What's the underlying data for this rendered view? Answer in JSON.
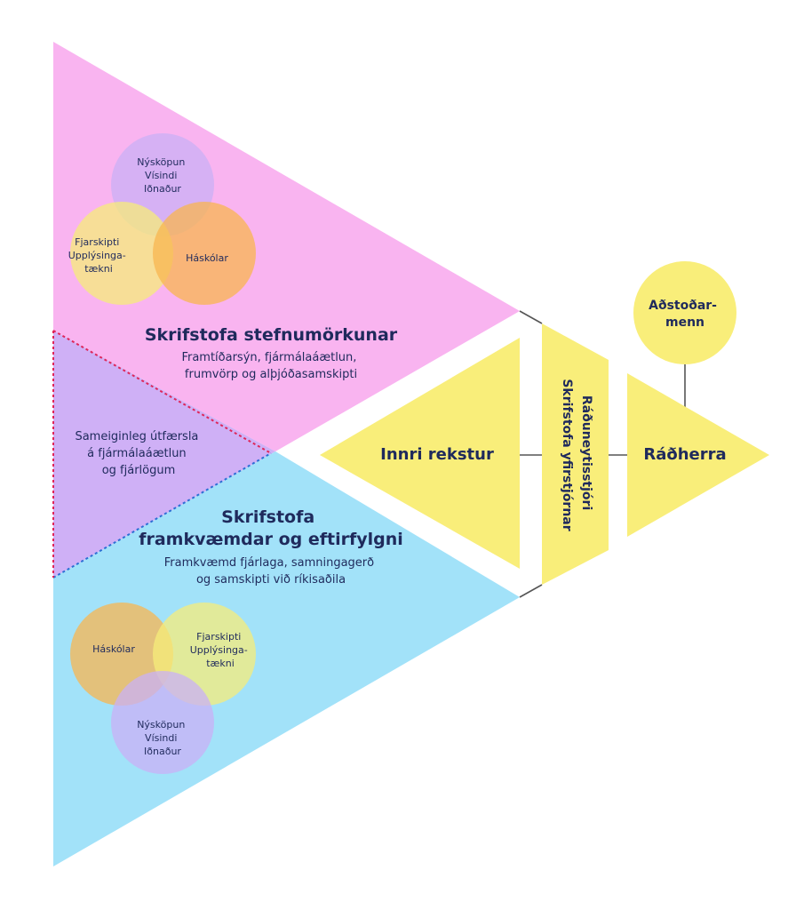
{
  "colors": {
    "pink": "#f9b4f0",
    "purple": "#cfb0f6",
    "blue": "#a2e2f9",
    "yellow": "#f9ee7a",
    "circle_purple": "#c9b0f6",
    "circle_yellow": "#f6ec7a",
    "circle_orange": "#f8b550",
    "text": "#1f2a5c",
    "connector": "#555555",
    "dash_red": "#e0265a",
    "dash_blue": "#2d6fd4"
  },
  "top_cluster": {
    "circle_top": [
      "Nýsköpun",
      "Vísindi",
      "Iðnaður"
    ],
    "circle_left": [
      "Fjarskipti",
      "Upplýsinga-",
      "tækni"
    ],
    "circle_right": [
      "Háskólar"
    ]
  },
  "bottom_cluster": {
    "circle_left": [
      "Háskólar"
    ],
    "circle_right": [
      "Fjarskipti",
      "Upplýsinga-",
      "tækni"
    ],
    "circle_bottom": [
      "Nýsköpun",
      "Vísindi",
      "Iðnaður"
    ]
  },
  "policy_office": {
    "title": "Skrifstofa stefnumörkunar",
    "subtitle_lines": [
      "Framtíðarsýn, fjármálaáætlun,",
      "frumvörp og alþjóðasamskipti"
    ]
  },
  "shared_zone": {
    "lines": [
      "Sameiginleg útfærsla",
      "á fjármálaáætlun",
      "og fjárlögum"
    ]
  },
  "implementation_office": {
    "title_lines": [
      "Skrifstofa",
      "framkvæmdar og eftirfylgni"
    ],
    "subtitle_lines": [
      "Framkvæmd fjárlaga, samningagerð",
      "og samskipti við ríkisaðila"
    ]
  },
  "internal_ops": {
    "label": "Innri rekstur"
  },
  "permanent_secretary": {
    "lines": [
      "Ráðuneytisstjóri",
      "Skrifstofa yfirstjórnar"
    ]
  },
  "minister": {
    "label": "Ráðherra"
  },
  "assistants": {
    "lines": [
      "Aðstoðar-",
      "menn"
    ]
  }
}
